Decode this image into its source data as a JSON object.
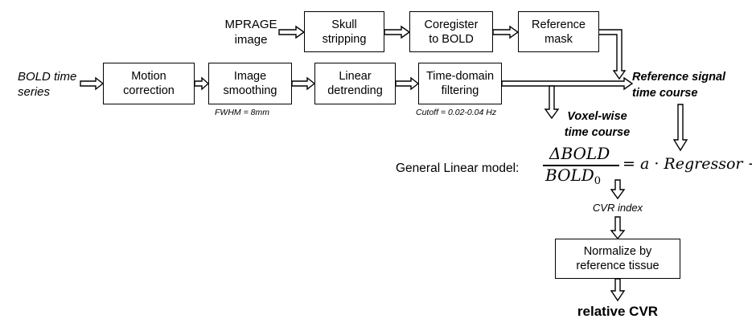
{
  "inputs": {
    "mprage": "MPRAGE\nimage",
    "bold_series": "BOLD time\nseries"
  },
  "boxes": {
    "skull_stripping": "Skull\nstripping",
    "coregister": "Coregister\nto BOLD",
    "reference_mask": "Reference\nmask",
    "motion_correction": "Motion\ncorrection",
    "image_smoothing": "Image\nsmoothing",
    "linear_detrending": "Linear\ndetrending",
    "time_domain_filtering": "Time-domain\nfiltering",
    "normalize": "Normalize by\nreference tissue"
  },
  "notes": {
    "fwhm": "FWHM = 8mm",
    "cutoff": "Cutoff = 0.02-0.04 Hz"
  },
  "labels": {
    "reference_signal": "Reference signal\ntime course",
    "voxel_wise": "Voxel-wise\ntime course",
    "glm": "General Linear model:",
    "cvr_index": "CVR index",
    "relative_cvr": "relative CVR"
  },
  "equation": {
    "numerator": "ΔBOLD",
    "denominator_main": "BOLD",
    "denominator_sub": "0",
    "rhs": "= a · Regressor + b"
  }
}
